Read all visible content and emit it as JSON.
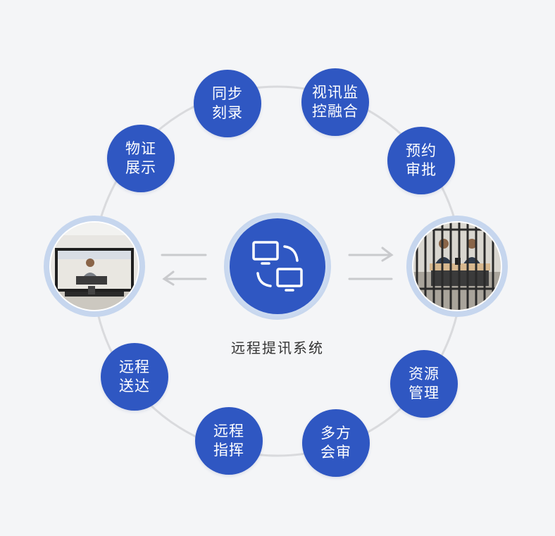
{
  "colors": {
    "background": "#f4f5f7",
    "node_blue": "#2f57c2",
    "ring_gray": "#d9dadd",
    "halo_light": "#c6d6ee"
  },
  "center": {
    "title": "远程提讯系统",
    "icon": "two-monitors-exchange-icon"
  },
  "nodes": [
    {
      "line1": "同步",
      "line2": "刻录"
    },
    {
      "line1": "视讯监",
      "line2": "控融合"
    },
    {
      "line1": "预约",
      "line2": "审批"
    },
    {
      "line1": "资源",
      "line2": "管理"
    },
    {
      "line1": "多方",
      "line2": "会审"
    },
    {
      "line1": "远程",
      "line2": "指挥"
    },
    {
      "line1": "远程",
      "line2": "送达"
    },
    {
      "line1": "物证",
      "line2": "展示"
    }
  ],
  "photos": {
    "left": "interrogation-room-screen-photo",
    "right": "detention-cell-officers-photo"
  },
  "arrows": {
    "left": "exchange-arrows-icon",
    "right": "exchange-arrows-icon"
  }
}
